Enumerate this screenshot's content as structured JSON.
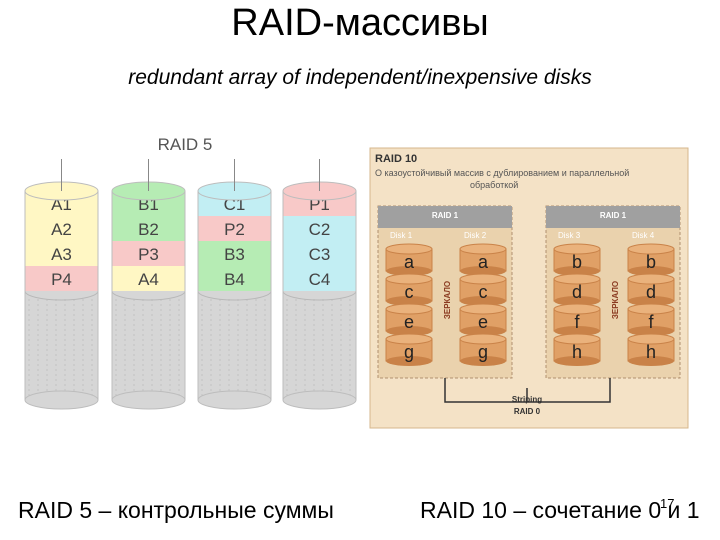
{
  "title": "RAID-массивы",
  "subtitle": "redundant array of independent/inexpensive disks",
  "raid5": {
    "label": "RAID 5",
    "disks": [
      {
        "blocks": [
          "A1",
          "A2",
          "A3",
          "P4"
        ],
        "colors": [
          "#fff7c4",
          "#fff7c4",
          "#fff7c4",
          "#f8c9c8"
        ],
        "top": "#fff7c4"
      },
      {
        "blocks": [
          "B1",
          "B2",
          "P3",
          "A4"
        ],
        "colors": [
          "#b6ecb4",
          "#b6ecb4",
          "#f8c9c8",
          "#fff7c4"
        ],
        "top": "#b6ecb4"
      },
      {
        "blocks": [
          "C1",
          "P2",
          "B3",
          "B4"
        ],
        "colors": [
          "#c2eef3",
          "#f8c9c8",
          "#b6ecb4",
          "#b6ecb4"
        ],
        "top": "#c2eef3"
      },
      {
        "blocks": [
          "P1",
          "C2",
          "C3",
          "C4"
        ],
        "colors": [
          "#f8c9c8",
          "#c2eef3",
          "#c2eef3",
          "#c2eef3"
        ],
        "top": "#f8c9c8"
      }
    ]
  },
  "raid10": {
    "title": "RAID 10",
    "description_line1": "О казоустойчивый массив с дублированием и параллельной",
    "description_line2": "обработкой",
    "groups": [
      {
        "label": "RAID 1",
        "mirror_label": "ЗЕРКАЛО",
        "disks": [
          {
            "label": "Disk 1",
            "blocks": [
              "a",
              "c",
              "e",
              "g"
            ]
          },
          {
            "label": "Disk 2",
            "blocks": [
              "a",
              "c",
              "e",
              "g"
            ]
          }
        ]
      },
      {
        "label": "RAID 1",
        "mirror_label": "ЗЕРКАЛО",
        "disks": [
          {
            "label": "Disk 3",
            "blocks": [
              "b",
              "d",
              "f",
              "h"
            ]
          },
          {
            "label": "Disk 4",
            "blocks": [
              "b",
              "d",
              "f",
              "h"
            ]
          }
        ]
      }
    ],
    "striping_label": "Striping",
    "raid0_label": "RAID 0",
    "colors": {
      "panel": "#f4e2c6",
      "border": "#d6b78c",
      "disk": "#e0a066",
      "disk_dark": "#c98248",
      "header": "#a0a0a0",
      "text_red": "#8a3a20"
    }
  },
  "captions": {
    "left": "RAID 5 – контрольные суммы",
    "right": "RAID 10 – сочетание 0 и 1"
  },
  "slide_number": "17"
}
